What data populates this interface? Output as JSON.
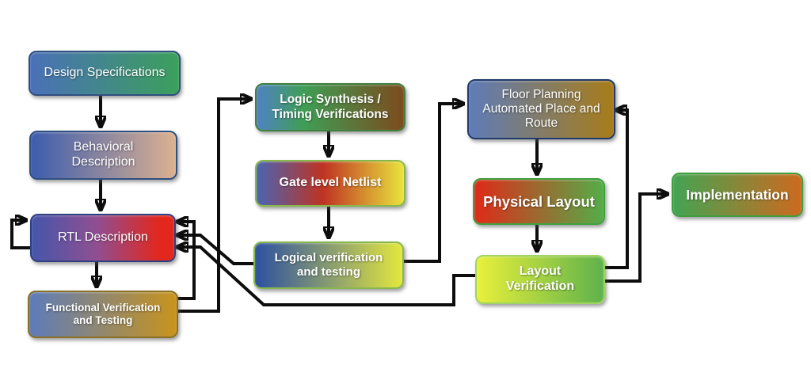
{
  "diagram": {
    "kind": "flowchart",
    "background_color": "#ffffff",
    "edge_color": "#0d0d0d",
    "nodes": [
      {
        "id": "design-specifications",
        "label": "Design Specifications",
        "gradient": [
          "#4a70b8 0%",
          "#3ba05c 100%"
        ],
        "border_color": "#2f4f7f"
      },
      {
        "id": "behavioral-description",
        "label": "Behavioral\nDescription",
        "gradient": [
          "#3c5cae 0%",
          "#dcb190 100%"
        ],
        "border_color": "#2f4f7f"
      },
      {
        "id": "rtl-description",
        "label": "RTL Description",
        "gradient": [
          "#4456aa 0%",
          "#8f4f92 45%",
          "#e3271c 90%"
        ],
        "border_color": "#2f3f7f"
      },
      {
        "id": "functional-verification",
        "label": "Functional Verification\nand Testing",
        "gradient": [
          "#5d7cbb 0%",
          "#c8941c 100%"
        ],
        "border_color": "#8a6f25"
      },
      {
        "id": "logic-synthesis",
        "label": "Logic Synthesis /\nTiming Verifications",
        "gradient": [
          "#4f82c4 0%",
          "#3f9e55 32%",
          "#7c4b1e 100%"
        ],
        "border_color": "#3f7f3f"
      },
      {
        "id": "gate-level-netlist",
        "label": "Gate level Netlist",
        "gradient": [
          "#4a64b2 0%",
          "#bf3322 45%",
          "#e9e43c 100%"
        ],
        "border_color": "#86b84a"
      },
      {
        "id": "logical-verification",
        "label": "Logical verification\nand testing",
        "gradient": [
          "#2c50a2 0%",
          "#e3e73e 100%"
        ],
        "border_color": "#86b84a"
      },
      {
        "id": "floor-planning",
        "label": "Floor Planning\nAutomated Place and\nRoute",
        "gradient": [
          "#5e7cb8 0%",
          "#a87c18 100%"
        ],
        "border_color": "#1f3a6a"
      },
      {
        "id": "physical-layout",
        "label": "Physical Layout",
        "gradient": [
          "#df2a18 0%",
          "#55ac48 100%"
        ],
        "border_color": "#3f9f3f"
      },
      {
        "id": "layout-verification",
        "label": "Layout\nVerification",
        "gradient": [
          "#e9f03a 0%",
          "#5fb24c 100%"
        ],
        "border_color": "#9fd45f"
      },
      {
        "id": "implementation",
        "label": "Implementation",
        "gradient": [
          "#43a453 0%",
          "#cc6a20 100%"
        ],
        "border_color": "#3f9f3f"
      }
    ],
    "edges": [
      {
        "from": "design-specifications",
        "to": "behavioral-description"
      },
      {
        "from": "behavioral-description",
        "to": "rtl-description"
      },
      {
        "from": "rtl-description",
        "to": "functional-verification"
      },
      {
        "from": "rtl-description",
        "to": "rtl-description",
        "note": "self-loop"
      },
      {
        "from": "functional-verification",
        "to": "rtl-description",
        "note": "feedback"
      },
      {
        "from": "functional-verification",
        "to": "logic-synthesis"
      },
      {
        "from": "logic-synthesis",
        "to": "gate-level-netlist"
      },
      {
        "from": "gate-level-netlist",
        "to": "logical-verification"
      },
      {
        "from": "logical-verification",
        "to": "rtl-description",
        "note": "feedback"
      },
      {
        "from": "logical-verification",
        "to": "floor-planning"
      },
      {
        "from": "floor-planning",
        "to": "physical-layout"
      },
      {
        "from": "physical-layout",
        "to": "layout-verification"
      },
      {
        "from": "layout-verification",
        "to": "floor-planning",
        "note": "feedback"
      },
      {
        "from": "layout-verification",
        "to": "implementation"
      },
      {
        "from": "layout-verification",
        "to": "rtl-description",
        "note": "feedback"
      }
    ]
  }
}
